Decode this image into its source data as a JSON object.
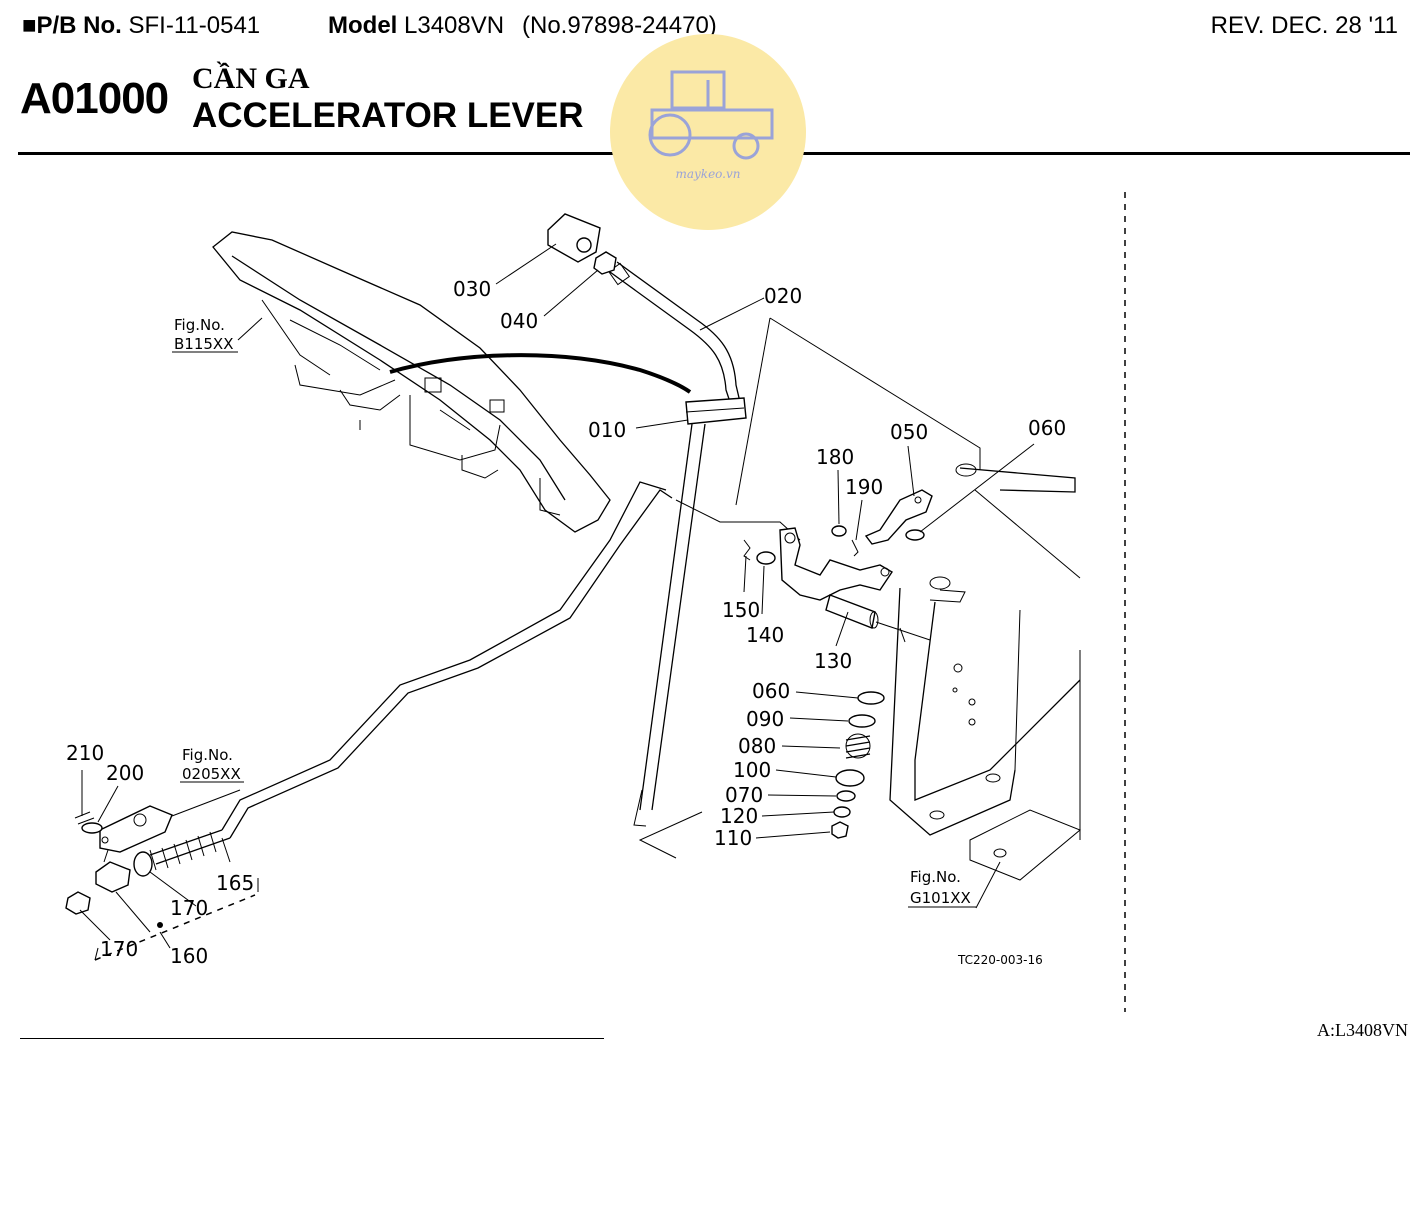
{
  "header": {
    "pb_label": "P/B No.",
    "pb_value": "SFI-11-0541",
    "model_label": "Model",
    "model_value": "L3408VN",
    "number": "(No.97898-24470)",
    "revision": "REV. DEC. 28 '11"
  },
  "title": {
    "code": "A01000",
    "vietnamese": "CẦN GA",
    "english": "ACCELERATOR LEVER"
  },
  "watermark": {
    "text": "maykeo.vn",
    "color": "#fbe9a6"
  },
  "diagram": {
    "parts": {
      "p010": "010",
      "p020": "020",
      "p030": "030",
      "p040": "040",
      "p050": "050",
      "p060a": "060",
      "p060b": "060",
      "p070": "070",
      "p080": "080",
      "p090": "090",
      "p100": "100",
      "p110": "110",
      "p120": "120",
      "p130": "130",
      "p140": "140",
      "p150": "150",
      "p160": "160",
      "p165": "165",
      "p170a": "170",
      "p170b": "170",
      "p180": "180",
      "p190": "190",
      "p200": "200",
      "p210": "210"
    },
    "fig_refs": {
      "b115_label": "Fig.No.",
      "b115_value": "B115XX",
      "f0205_label": "Fig.No.",
      "f0205_value": "0205XX",
      "g101_label": "Fig.No.",
      "g101_value": "G101XX"
    },
    "drawing_code": "TC220-003-16"
  },
  "footer": {
    "model_ref": "A:L3408VN"
  }
}
